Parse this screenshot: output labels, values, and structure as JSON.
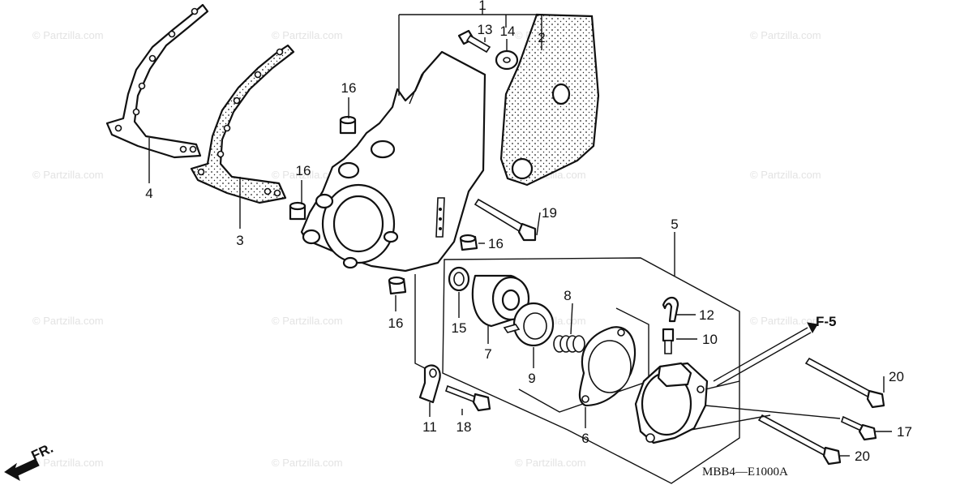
{
  "watermark": "© Partzilla.com",
  "diagram_code": "MBB4—E1000A",
  "front_marker": "FR.",
  "reference_marker": "F-5",
  "callouts": {
    "p1": "1",
    "p2": "2",
    "p3": "3",
    "p4": "4",
    "p5": "5",
    "p6": "6",
    "p7": "7",
    "p8": "8",
    "p9": "9",
    "p10": "10",
    "p11": "11",
    "p12": "12",
    "p13": "13",
    "p14": "14",
    "p15": "15",
    "p16": "16",
    "p17": "17",
    "p18": "18",
    "p19": "19",
    "p20": "20"
  }
}
